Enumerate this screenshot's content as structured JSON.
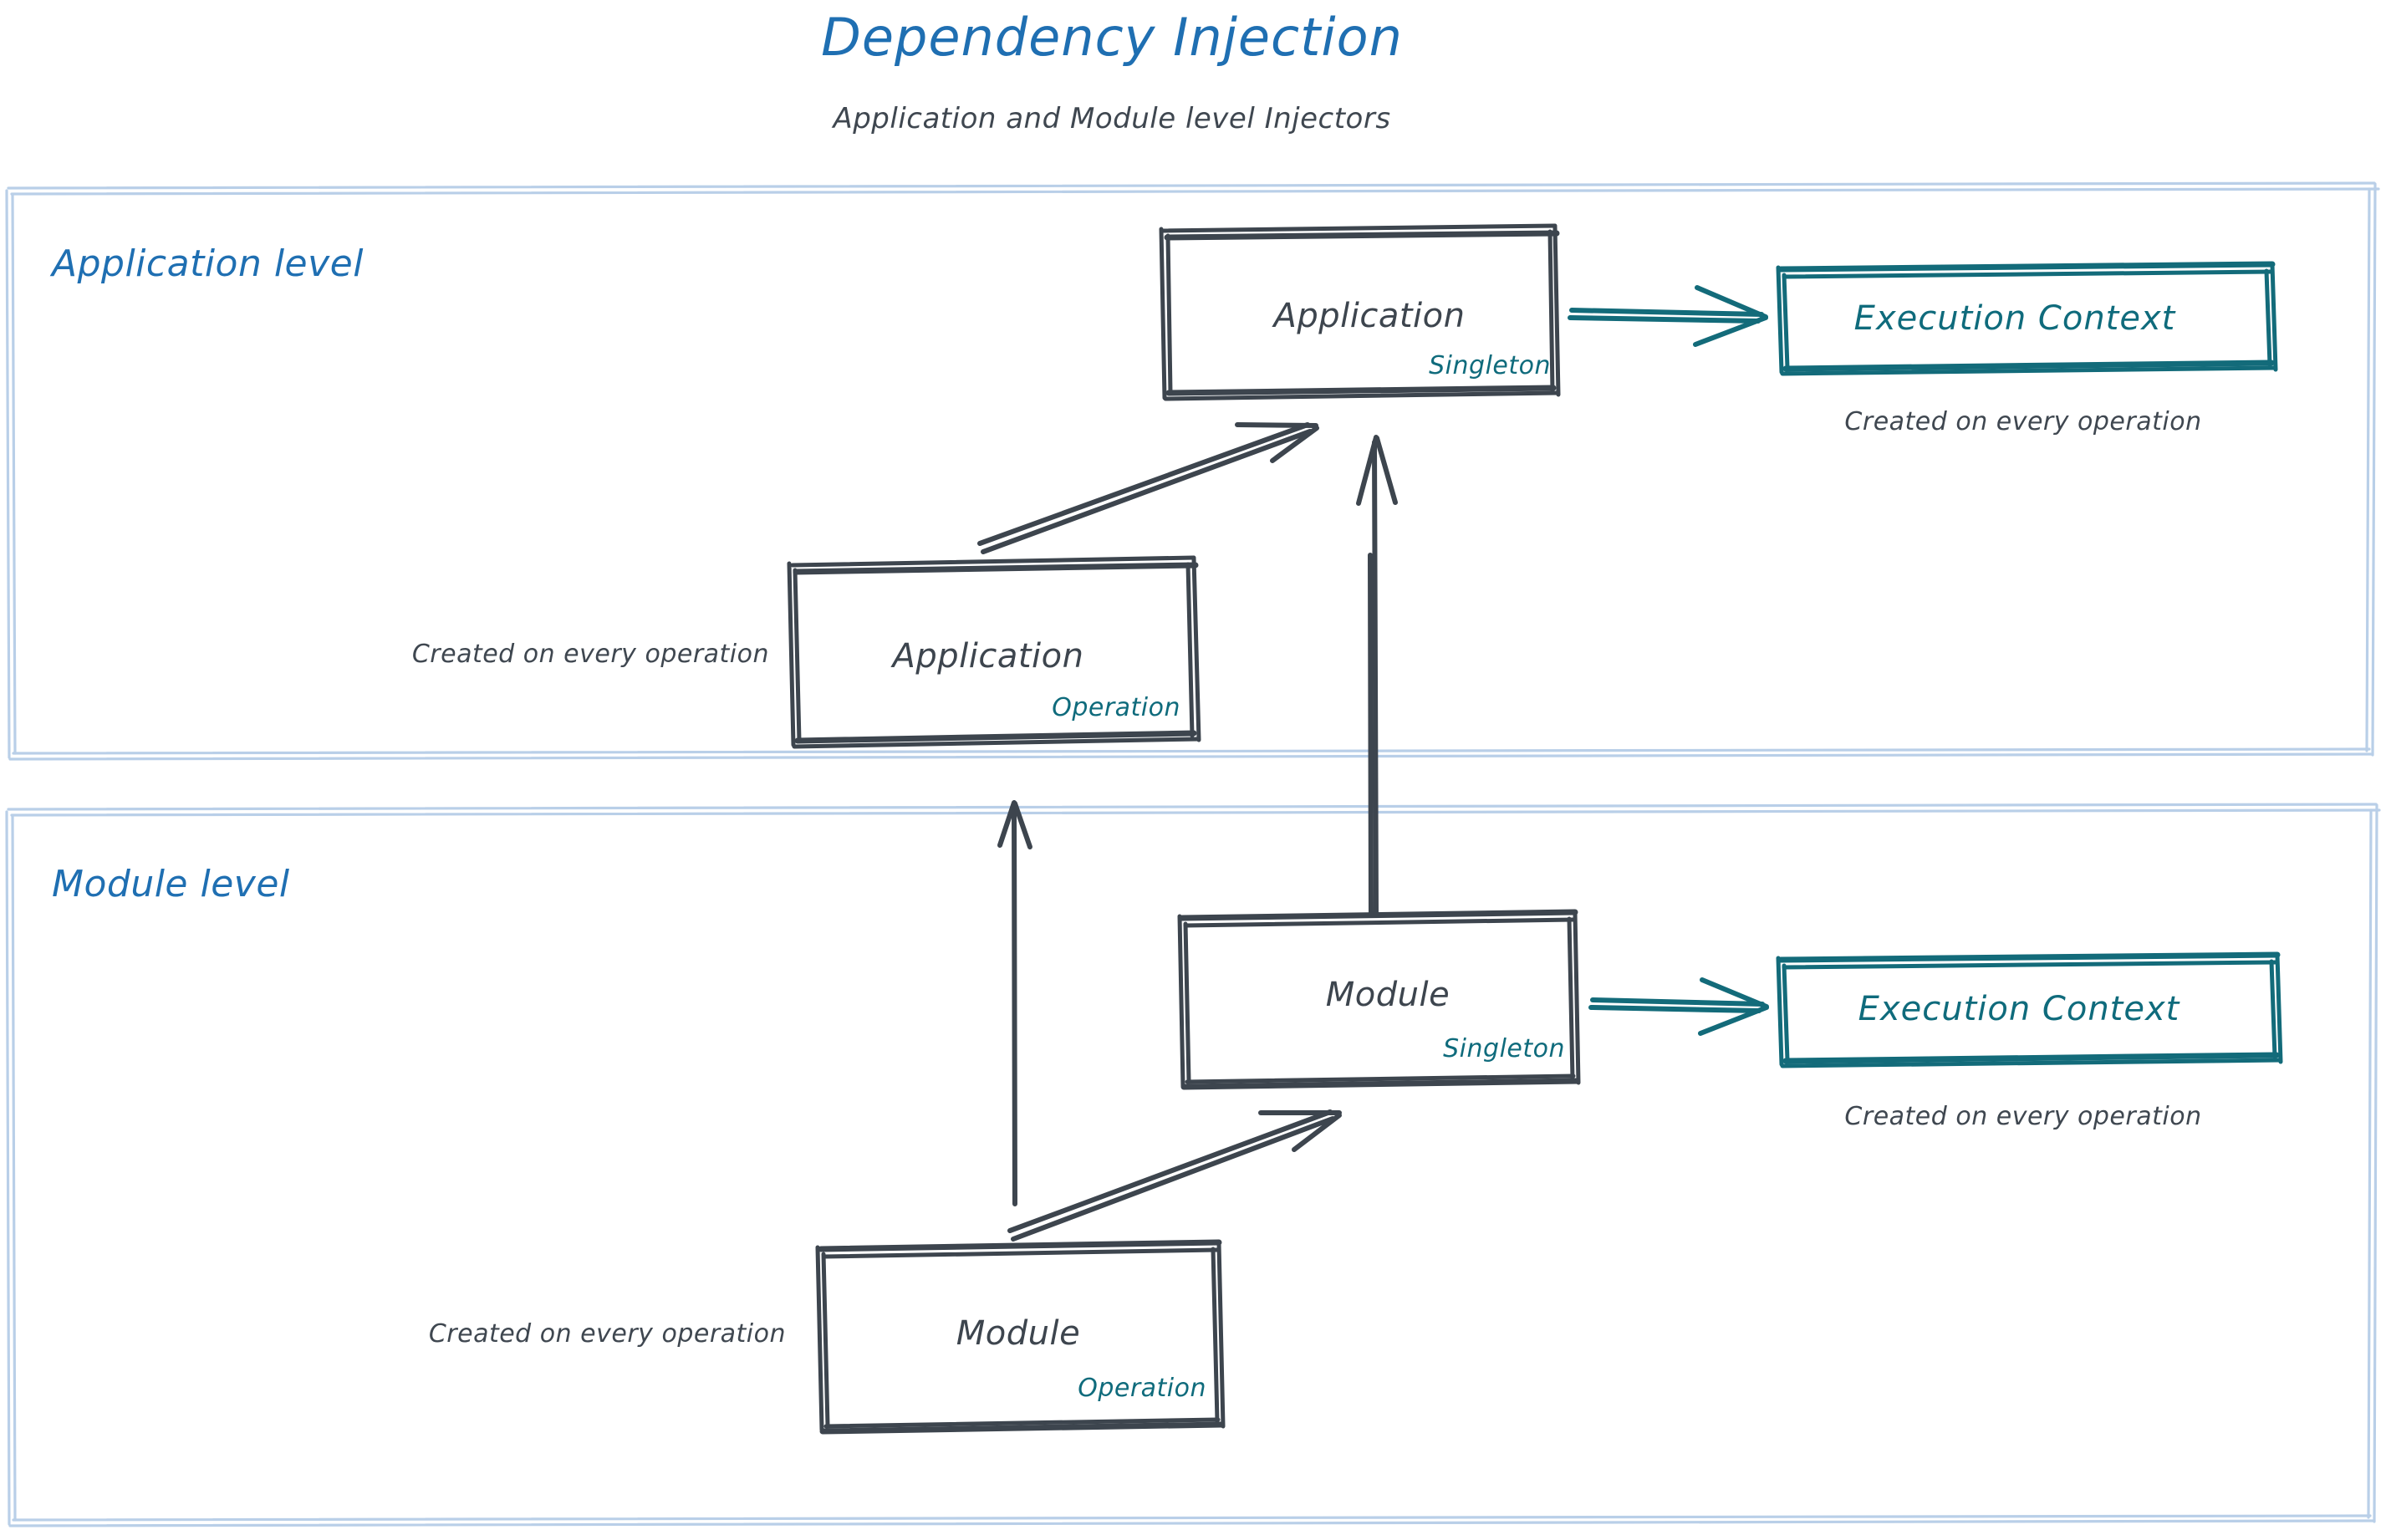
{
  "header": {
    "title": "Dependency Injection",
    "subtitle": "Application and Module level Injectors"
  },
  "colors": {
    "title_blue": "#1f6fb2",
    "level_label_blue": "#1f6fb2",
    "container_border_blue": "#b9cfe8",
    "sketch_gray": "#3d454e",
    "scope_teal": "#0f6b7c",
    "execution_context_teal": "#136b7a",
    "caption_gray": "#3f4750",
    "background": "#ffffff"
  },
  "levels": [
    {
      "id": "application-level",
      "label": "Application level",
      "nodes": [
        {
          "id": "application-singleton",
          "title": "Application",
          "scope": "Singleton"
        },
        {
          "id": "application-operation",
          "title": "Application",
          "scope": "Operation"
        },
        {
          "id": "application-execution-context",
          "title": "Execution Context"
        }
      ],
      "captions": [
        {
          "id": "caption-app-execution-context",
          "text": "Created on every operation"
        },
        {
          "id": "caption-app-operation",
          "text": "Created on every operation"
        }
      ],
      "edges": [
        {
          "id": "edge-app-singleton-to-execution-context",
          "from": "application-singleton",
          "to": "application-execution-context",
          "style": "teal-arrow"
        },
        {
          "id": "edge-app-operation-to-app-singleton",
          "from": "application-operation",
          "to": "application-singleton",
          "style": "gray-arrow"
        }
      ]
    },
    {
      "id": "module-level",
      "label": "Module level",
      "nodes": [
        {
          "id": "module-singleton",
          "title": "Module",
          "scope": "Singleton"
        },
        {
          "id": "module-operation",
          "title": "Module",
          "scope": "Operation"
        },
        {
          "id": "module-execution-context",
          "title": "Execution Context"
        }
      ],
      "captions": [
        {
          "id": "caption-module-execution-context",
          "text": "Created on every operation"
        },
        {
          "id": "caption-module-operation",
          "text": "Created on every operation"
        }
      ],
      "edges": [
        {
          "id": "edge-module-singleton-to-execution-context",
          "from": "module-singleton",
          "to": "module-execution-context",
          "style": "teal-arrow"
        },
        {
          "id": "edge-module-operation-to-module-singleton",
          "from": "module-operation",
          "to": "module-singleton",
          "style": "gray-arrow"
        },
        {
          "id": "edge-module-singleton-to-application-singleton",
          "from": "module-singleton",
          "to": "application-singleton",
          "style": "gray-arrow-vertical"
        },
        {
          "id": "edge-module-operation-to-application-operation",
          "from": "module-operation",
          "to": "application-level",
          "style": "gray-arrow-vertical"
        }
      ]
    }
  ]
}
